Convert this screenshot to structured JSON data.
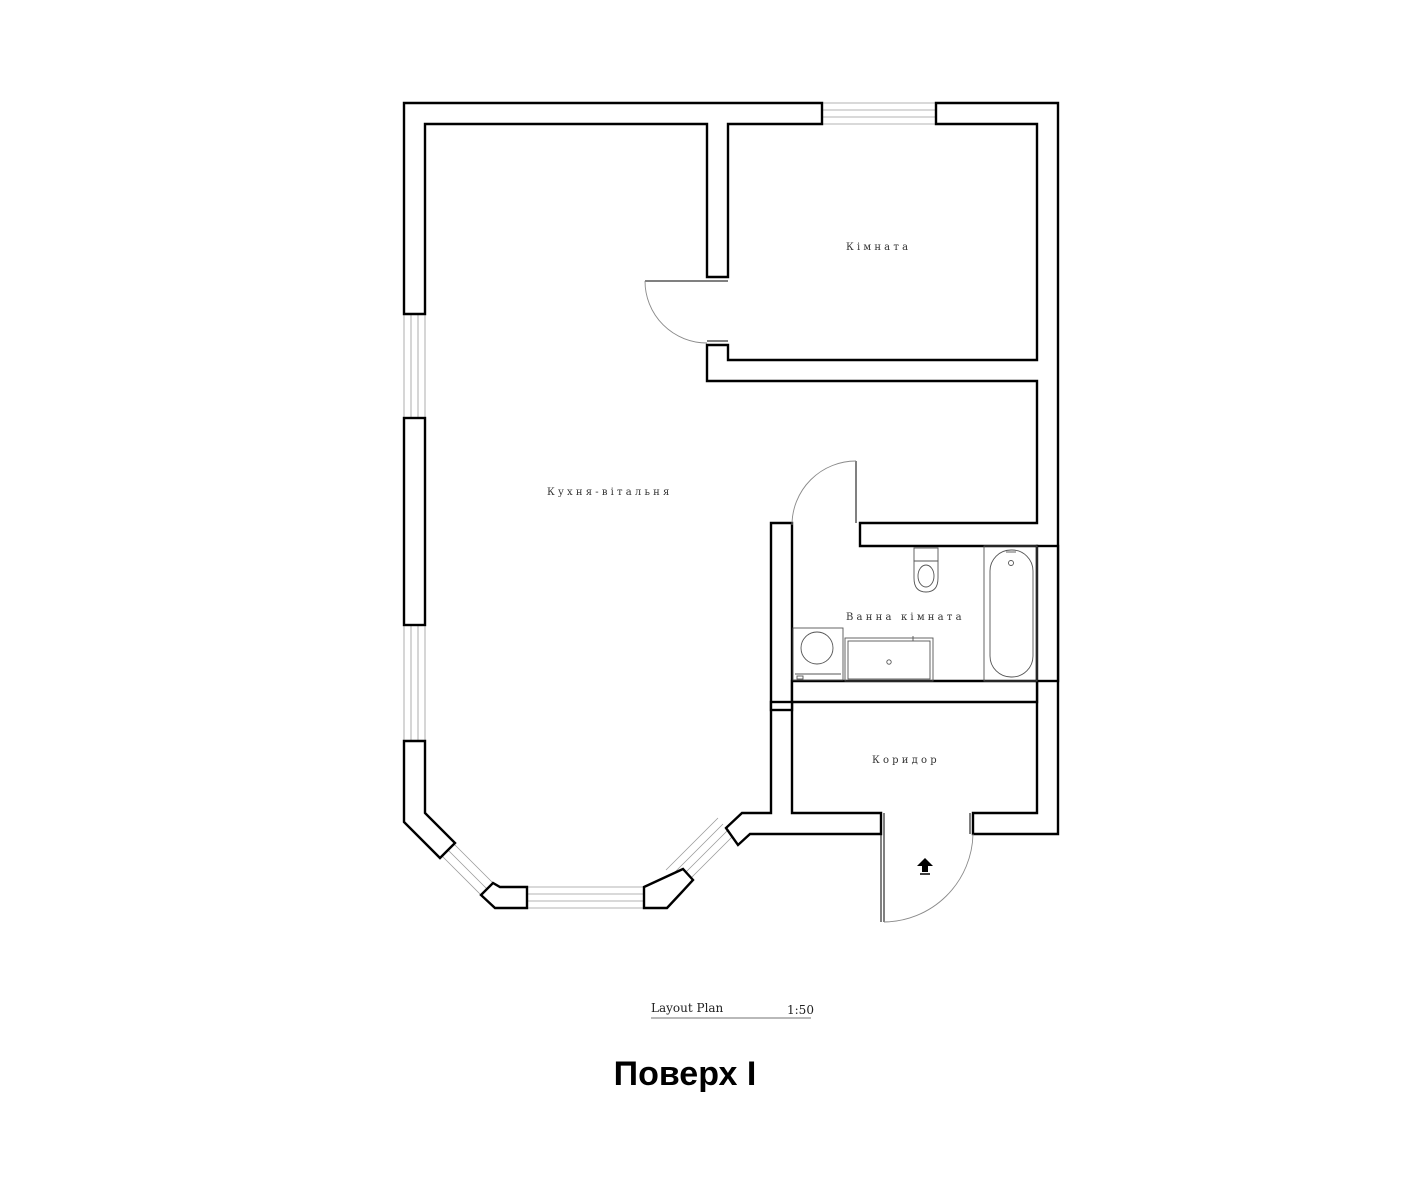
{
  "plan": {
    "rooms": {
      "room": "Кімната",
      "kitchen_living": "Кухня-вітальня",
      "bathroom": "Ванна кімната",
      "corridor": "Коридор"
    },
    "caption": {
      "label": "Layout Plan",
      "scale": "1:50"
    },
    "floor_title": "Поверх I"
  },
  "colors": {
    "wall_stroke": "#000000",
    "background": "#ffffff"
  },
  "icons": {
    "entrance": "entrance-arrow-icon"
  }
}
